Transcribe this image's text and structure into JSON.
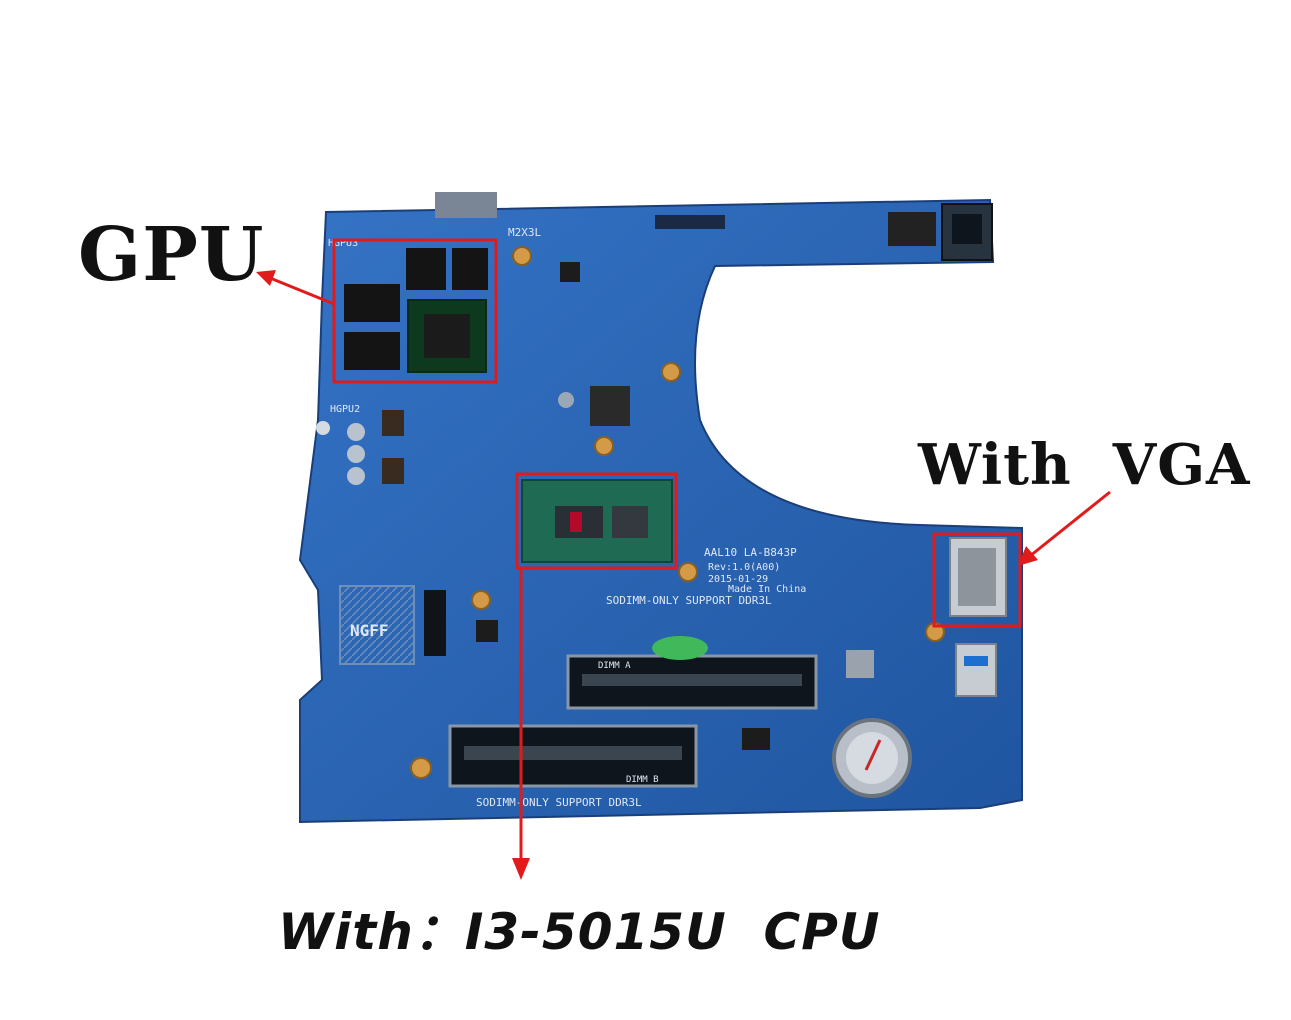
{
  "callouts": {
    "gpu": "GPU",
    "vga": "With  VGA",
    "cpu": "With：I3-5015U  CPU"
  },
  "board_text": {
    "model": "AAL10  LA-B843P",
    "rev": "Rev:1.0(A00)",
    "date": "2015-01-29",
    "origin": "Made In China",
    "sodimm_top": "SODIMM-ONLY SUPPORT DDR3L",
    "sodimm_bottom": "SODIMM-ONLY SUPPORT DDR3L",
    "dimm_a": "DIMM A",
    "dimm_b": "DIMM B",
    "ngff": "NGFF",
    "hgpu3": "HGPU3",
    "hgpu2": "HGPU2",
    "m2x3l": "M2X3L"
  },
  "colors": {
    "board": "#2a65b4",
    "highlight": "#e11b1b",
    "arrow": "#e11b1b",
    "text": "#111111"
  }
}
